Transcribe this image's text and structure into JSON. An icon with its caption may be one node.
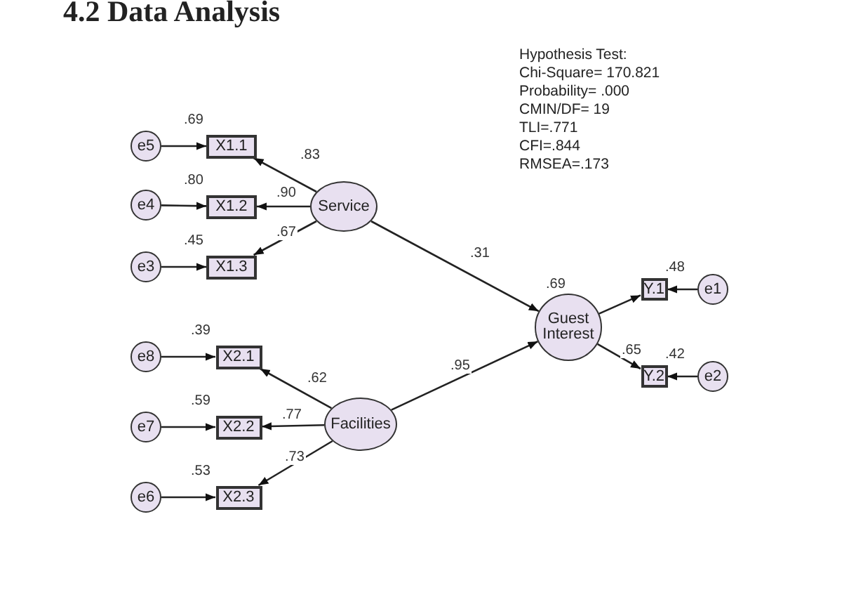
{
  "diagram": {
    "title": "4.2 Data Analysis",
    "nodes": [
      {
        "text": [
          "e5"
        ]
      },
      {
        "text": [
          "X1.1"
        ],
        "beside": [
          ".69"
        ]
      },
      {
        "text": [
          "e4"
        ]
      },
      {
        "text": [
          "X1.2"
        ],
        "beside": [
          ".80"
        ]
      },
      {
        "text": [
          "e3"
        ]
      },
      {
        "text": [
          "X1.3"
        ],
        "beside": [
          ".45"
        ]
      },
      {
        "text": [
          "Service"
        ]
      },
      {
        "text": [
          "e8"
        ]
      },
      {
        "text": [
          "X2.1"
        ],
        "beside": [
          ".39"
        ]
      },
      {
        "text": [
          "e7"
        ]
      },
      {
        "text": [
          "X2.2"
        ],
        "beside": [
          ".59"
        ]
      },
      {
        "text": [
          "e6"
        ]
      },
      {
        "text": [
          "X2.3"
        ],
        "beside": [
          ".53"
        ]
      },
      {
        "text": [
          "Facilities"
        ]
      },
      {
        "text": [
          "Guest Interest"
        ]
      },
      {
        "text": [
          "Y.1"
        ],
        "beside": [
          ".48"
        ]
      },
      {
        "text": [
          "e1"
        ]
      },
      {
        "text": [
          "Y.2"
        ],
        "beside": [
          ".42"
        ]
      },
      {
        "text": [
          "e2"
        ]
      }
    ],
    "edges": [
      {
        "from": 0,
        "to": 1,
        "arrow": "to"
      },
      {
        "from": 2,
        "to": 3,
        "arrow": "to"
      },
      {
        "from": 4,
        "to": 5,
        "arrow": "to"
      },
      {
        "from": 6,
        "to": 1,
        "arrow": "to",
        "label": ".83"
      },
      {
        "from": 6,
        "to": 3,
        "arrow": "to",
        "label": ".90"
      },
      {
        "from": 6,
        "to": 5,
        "arrow": "to",
        "label": ".67"
      },
      {
        "from": 7,
        "to": 8,
        "arrow": "to"
      },
      {
        "from": 9,
        "to": 10,
        "arrow": "to"
      },
      {
        "from": 11,
        "to": 12,
        "arrow": "to"
      },
      {
        "from": 13,
        "to": 8,
        "arrow": "to",
        "label": ".62"
      },
      {
        "from": 13,
        "to": 10,
        "arrow": "to",
        "label": ".77"
      },
      {
        "from": 13,
        "to": 12,
        "arrow": "to",
        "label": ".73"
      },
      {
        "from": 6,
        "to": 14,
        "arrow": "to",
        "label": ".31"
      },
      {
        "from": 13,
        "to": 14,
        "arrow": "to",
        "label": ".95"
      },
      {
        "from": 14,
        "to": 15,
        "arrow": "to",
        "label": ".69"
      },
      {
        "from": 14,
        "to": 17,
        "arrow": "to",
        "label": ".65"
      },
      {
        "from": 16,
        "to": 15,
        "arrow": "to"
      },
      {
        "from": 18,
        "to": 17,
        "arrow": "to"
      }
    ],
    "labels": [
      "Hypothesis Test:",
      "Chi-Square= 170.821",
      "Probability= .000",
      "CMIN/DF= 19",
      "TLI=.771",
      "CFI=.844",
      "RMSEA=.173"
    ]
  }
}
